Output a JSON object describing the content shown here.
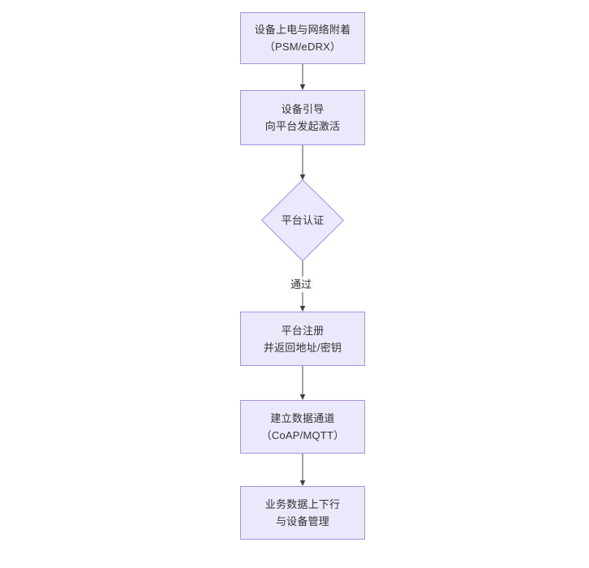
{
  "diagram": {
    "type": "flowchart",
    "orientation": "top-to-bottom",
    "background_color": "#ffffff",
    "node_fill_color": "#eae9fb",
    "node_border_color": "#ab8fe0",
    "edge_color": "#595959",
    "text_color": "#333333",
    "nodes": [
      {
        "id": "n1",
        "shape": "rectangle",
        "line1": "设备上电与网络附着",
        "line2": "（PSM/eDRX）",
        "text": "设备上电与网络附着\n（PSM/eDRX）"
      },
      {
        "id": "n2",
        "shape": "rectangle",
        "line1": "设备引导",
        "line2": "向平台发起激活",
        "text": "设备引导\n向平台发起激活"
      },
      {
        "id": "n3",
        "shape": "diamond",
        "line1": "平台认证",
        "line2": "",
        "text": "平台认证"
      },
      {
        "id": "n4",
        "shape": "rectangle",
        "line1": "平台注册",
        "line2": "并返回地址/密钥",
        "text": "平台注册\n并返回地址/密钥"
      },
      {
        "id": "n5",
        "shape": "rectangle",
        "line1": "建立数据通道",
        "line2": "（CoAP/MQTT）",
        "text": "建立数据通道\n（CoAP/MQTT）"
      },
      {
        "id": "n6",
        "shape": "rectangle",
        "line1": "业务数据上下行",
        "line2": "与设备管理",
        "text": "业务数据上下行\n与设备管理"
      }
    ],
    "edges": [
      {
        "from": "n1",
        "to": "n2",
        "label": ""
      },
      {
        "from": "n2",
        "to": "n3",
        "label": ""
      },
      {
        "from": "n3",
        "to": "n4",
        "label": "通过"
      },
      {
        "from": "n4",
        "to": "n5",
        "label": ""
      },
      {
        "from": "n5",
        "to": "n6",
        "label": ""
      }
    ]
  }
}
